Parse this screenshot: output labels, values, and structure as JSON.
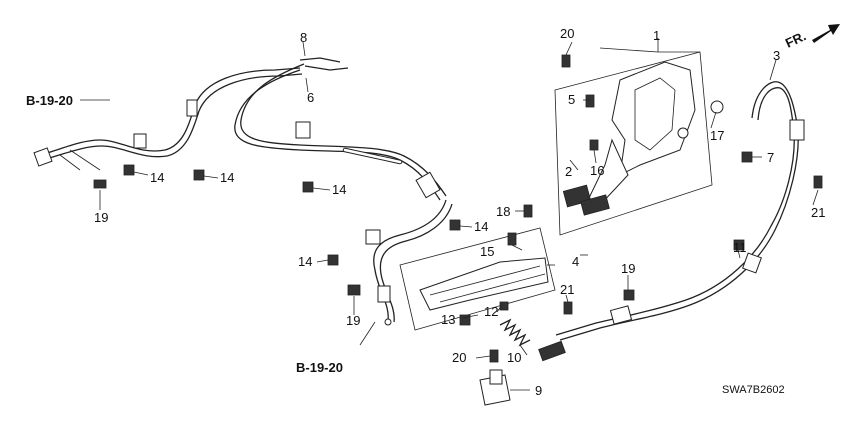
{
  "callouts": {
    "c1": "1",
    "c2": "2",
    "c3": "3",
    "c4": "4",
    "c5": "5",
    "c6": "6",
    "c7": "7",
    "c8": "8",
    "c9": "9",
    "c10": "10",
    "c11": "11",
    "c12": "12",
    "c13": "13",
    "c14a": "14",
    "c14b": "14",
    "c14c": "14",
    "c14d": "14",
    "c14e": "14",
    "c15": "15",
    "c16": "16",
    "c17": "17",
    "c18": "18",
    "c19a": "19",
    "c19b": "19",
    "c19c": "19",
    "c20a": "20",
    "c20b": "20",
    "c21a": "21",
    "c21b": "21"
  },
  "refs": {
    "top_left": "B-19-20",
    "bottom_left": "B-19-20"
  },
  "direction_label": "FR.",
  "diagram_code": "SWA7B2602"
}
